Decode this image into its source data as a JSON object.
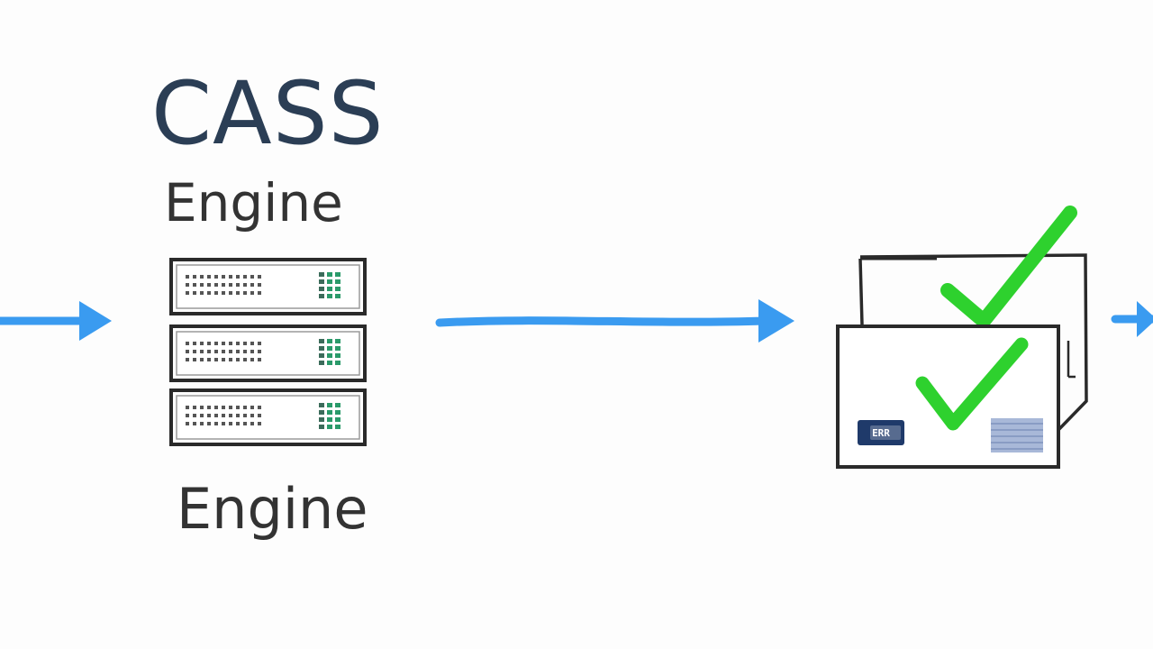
{
  "diagram": {
    "title": "CASS",
    "label_top": "Engine",
    "label_bottom": "Engine",
    "badge_text": "ERR",
    "colors": {
      "title": "#2b3e55",
      "label": "#333333",
      "arrow": "#3a9bf0",
      "check": "#2ed12e",
      "outline": "#2a2a2a",
      "server_light": "#2a9a6a",
      "badge_bg": "#1f3a6a",
      "stripe": "#a8b8d8"
    },
    "icons": {
      "server_stack": "server-stack-icon",
      "verified_documents": "verified-documents-icon",
      "arrows": "arrow-right-icon"
    }
  }
}
